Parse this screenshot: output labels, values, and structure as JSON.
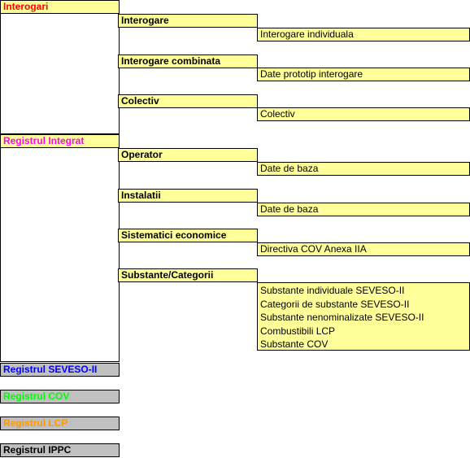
{
  "colors": {
    "yellow": "#ffff99",
    "gray": "#c0c0c0",
    "red": "#ff0000",
    "magenta": "#ff00ff",
    "blue": "#0000ff",
    "green": "#00ff00",
    "orange": "#ff9900",
    "black": "#000000"
  },
  "interogari": {
    "title": "Interogari",
    "sections": [
      {
        "header": "Interogare",
        "items": [
          "Interogare individuala"
        ]
      },
      {
        "header": "Interogare combinata",
        "items": [
          "Date prototip interogare"
        ]
      },
      {
        "header": "Colectiv",
        "items": [
          "Colectiv"
        ]
      }
    ]
  },
  "registrul_integrat": {
    "title": "Registrul Integrat",
    "sections": [
      {
        "header": "Operator",
        "items": [
          "Date de baza"
        ]
      },
      {
        "header": "Instalatii",
        "items": [
          "Date de baza"
        ]
      },
      {
        "header": "Sistematici economice",
        "items": [
          "Directiva COV Anexa IIA"
        ]
      },
      {
        "header": "Substante/Categorii",
        "items": [
          "Substante individuale SEVESO-II",
          "Categorii de substante SEVESO-II",
          "Substante nenominalizate SEVESO-II",
          "Combustibili LCP",
          "Substante COV"
        ]
      }
    ]
  },
  "registre": [
    {
      "label": "Registrul SEVESO-II"
    },
    {
      "label": "Registrul COV"
    },
    {
      "label": "Registrul LCP"
    },
    {
      "label": "Registrul IPPC"
    }
  ]
}
